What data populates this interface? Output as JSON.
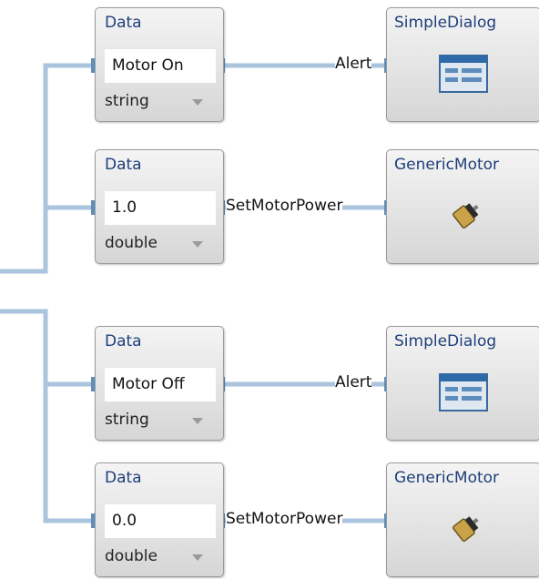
{
  "colors": {
    "wire": "#a9c4dc",
    "connector": "#5f8fbe",
    "title_text": "#1f3f7a"
  },
  "blocks": [
    {
      "data_title": "Data",
      "data_value": "Motor On",
      "data_type": "string",
      "wire_label": "Alert",
      "service_title": "SimpleDialog",
      "service_icon": "dialog-icon"
    },
    {
      "data_title": "Data",
      "data_value": "1.0",
      "data_type": "double",
      "wire_label": "SetMotorPower",
      "service_title": "GenericMotor",
      "service_icon": "motor-icon"
    },
    {
      "data_title": "Data",
      "data_value": "Motor Off",
      "data_type": "string",
      "wire_label": "Alert",
      "service_title": "SimpleDialog",
      "service_icon": "dialog-icon"
    },
    {
      "data_title": "Data",
      "data_value": "0.0",
      "data_type": "double",
      "wire_label": "SetMotorPower",
      "service_title": "GenericMotor",
      "service_icon": "motor-icon"
    }
  ]
}
